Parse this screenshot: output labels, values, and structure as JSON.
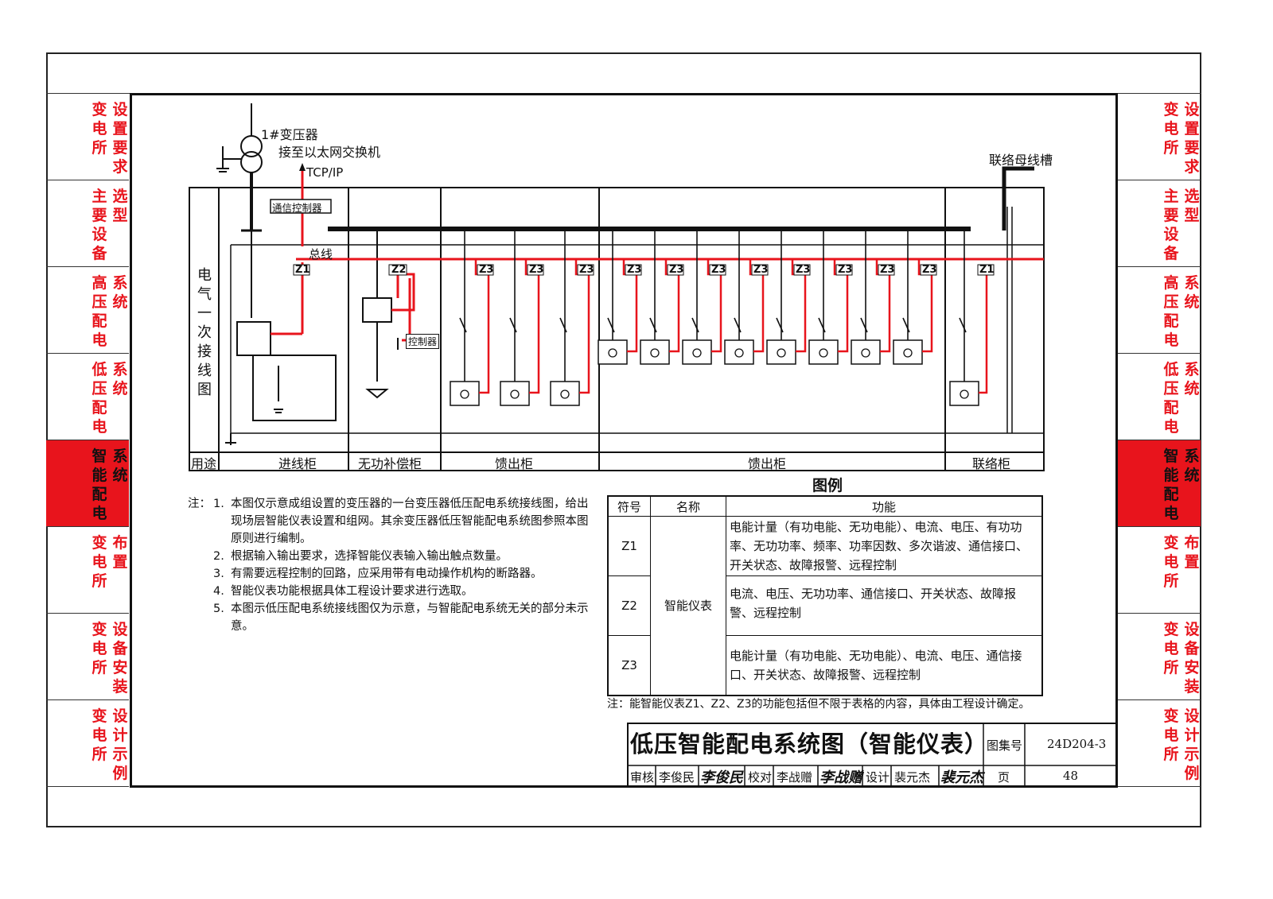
{
  "left_tabs": [
    {
      "col_a": "变电所",
      "col_b": "设置要求"
    },
    {
      "col_a": "主要设备",
      "col_b": "选型"
    },
    {
      "col_a": "高压配电",
      "col_b": "系统"
    },
    {
      "col_a": "低压配电",
      "col_b": "系统"
    },
    {
      "col_a": "智能配电",
      "col_b": "系统",
      "active": true
    },
    {
      "col_a": "变电所",
      "col_b": "布置"
    },
    {
      "col_a": "变电所",
      "col_b": "设备安装"
    },
    {
      "col_a": "变电所",
      "col_b": "设计示例"
    }
  ],
  "diagram": {
    "transformer_label": "1#变压器",
    "ethernet_label": "接至以太网交换机",
    "tcpip_label": "TCP/IP",
    "comm_controller": "通信控制器",
    "bus_label": "总线",
    "tie_busway": "联络母线槽",
    "row_header_vertical": "电气一次接线图",
    "usage_header": "用途",
    "controller_label": "控制器",
    "cabinet_incoming": "进线柜",
    "cabinet_compensation": "无功补偿柜",
    "cabinet_feeder_1": "馈出柜",
    "cabinet_feeder_2": "馈出柜",
    "cabinet_tie": "联络柜",
    "meter_z1": "Z1",
    "meter_z2": "Z2",
    "meter_z3": "Z3",
    "colors": {
      "signal": "#e8141c",
      "line": "#111111"
    }
  },
  "notes": {
    "label": "注：",
    "items": [
      {
        "num": "1.",
        "text": "本图仅示意成组设置的变压器的一台变压器低压配电系统接线图，给出现场层智能仪表设置和组网。其余变压器低压智能配电系统图参照本图原则进行编制。"
      },
      {
        "num": "2.",
        "text": "根据输入输出要求，选择智能仪表输入输出触点数量。"
      },
      {
        "num": "3.",
        "text": "有需要远程控制的回路，应采用带有电动操作机构的断路器。"
      },
      {
        "num": "4.",
        "text": "智能仪表功能根据具体工程设计要求进行选取。"
      },
      {
        "num": "5.",
        "text": "本图示低压配电系统接线图仅为示意，与智能配电系统无关的部分未示意。"
      }
    ]
  },
  "legend": {
    "title": "图例",
    "headers": [
      "符号",
      "名称",
      "功能"
    ],
    "name": "智能仪表",
    "rows": [
      {
        "symbol": "Z1",
        "function": "电能计量（有功电能、无功电能）、电流、电压、有功功率、无功功率、频率、功率因数、多次谐波、通信接口、开关状态、故障报警、远程控制"
      },
      {
        "symbol": "Z2",
        "function": "电流、电压、无功功率、通信接口、开关状态、故障报警、远程控制"
      },
      {
        "symbol": "Z3",
        "function": "电能计量（有功电能、无功电能）、电流、电压、通信接口、开关状态、故障报警、远程控制"
      }
    ],
    "note": "注：能智能仪表Z1、Z2、Z3的功能包括但不限于表格的内容，具体由工程设计确定。"
  },
  "title_block": {
    "title": "低压智能配电系统图（智能仪表）",
    "atlas_label": "图集号",
    "atlas_no": "24D204-3",
    "review_label": "审核",
    "reviewer": "李俊民",
    "check_label": "校对",
    "checker": "李战赠",
    "design_label": "设计",
    "designer": "裴元杰",
    "page_label": "页",
    "page_no": "48",
    "sig_reviewer": "李俊民",
    "sig_checker": "李战赠",
    "sig_designer": "裴元杰"
  }
}
